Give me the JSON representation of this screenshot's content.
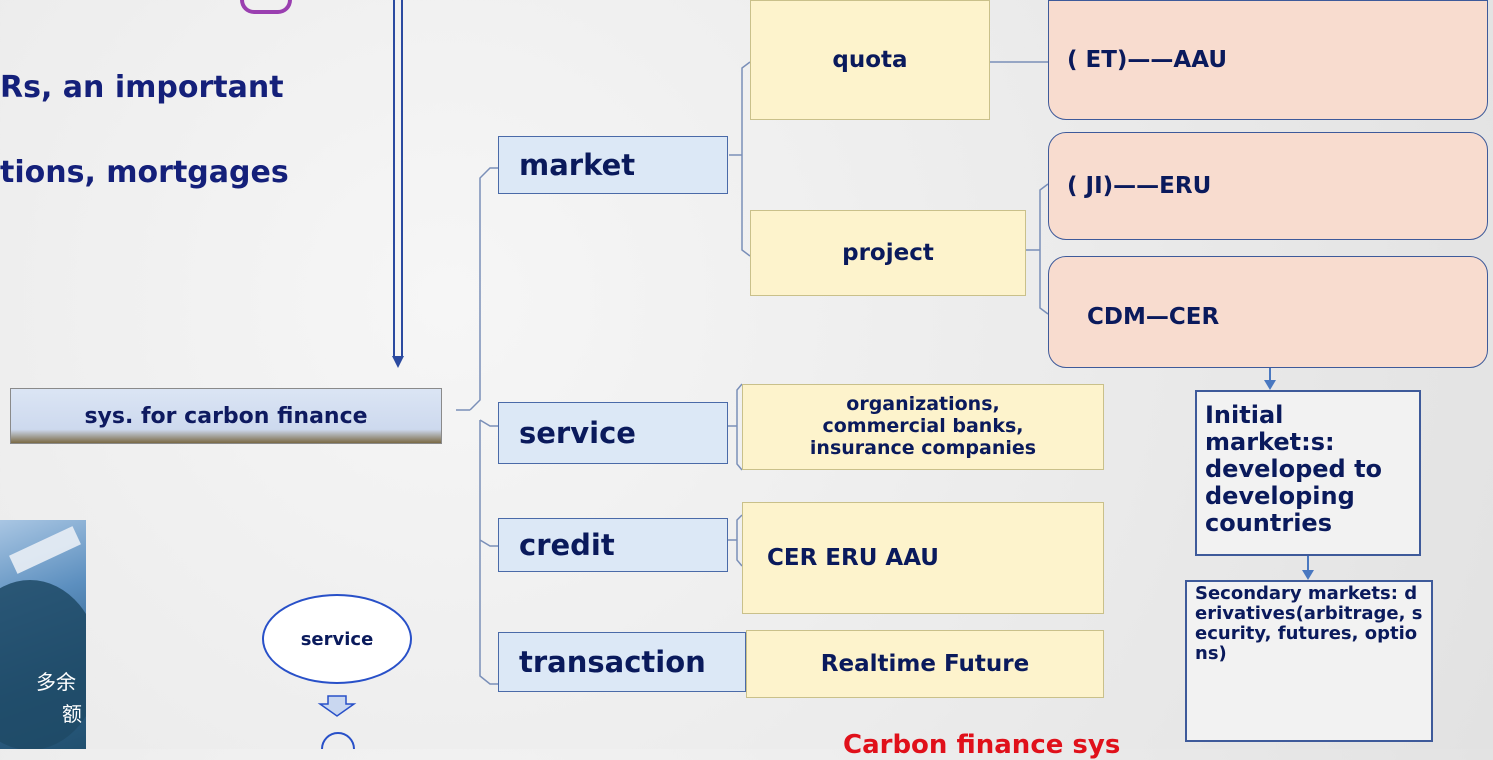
{
  "left_text": {
    "line1": "Rs, an important",
    "line2": "tions, mortgages"
  },
  "root": {
    "label": "sys. for carbon finance"
  },
  "categories": {
    "market": "market",
    "service": "service",
    "credit": "credit",
    "transaction": "transaction"
  },
  "market_types": {
    "quota": "quota",
    "project": "project"
  },
  "mechanisms": {
    "et": "( ET)——AAU",
    "ji": "( JI)——ERU",
    "cdm": "CDM—CER"
  },
  "service_detail": {
    "line1": "organizations,",
    "line2": "commercial banks,",
    "line3": "insurance companies"
  },
  "credit_detail": "CER  ERU  AAU",
  "transaction_detail": "Realtime  Future",
  "initial_market": "Initial market:s: developed to developing countries",
  "secondary_market": "Secondary markets: derivatives(arbitrage, security, futures, options)",
  "circle_service": "service",
  "photo_text": {
    "line1": "多余",
    "line2": "额"
  },
  "red_caption": "Carbon finance sys"
}
